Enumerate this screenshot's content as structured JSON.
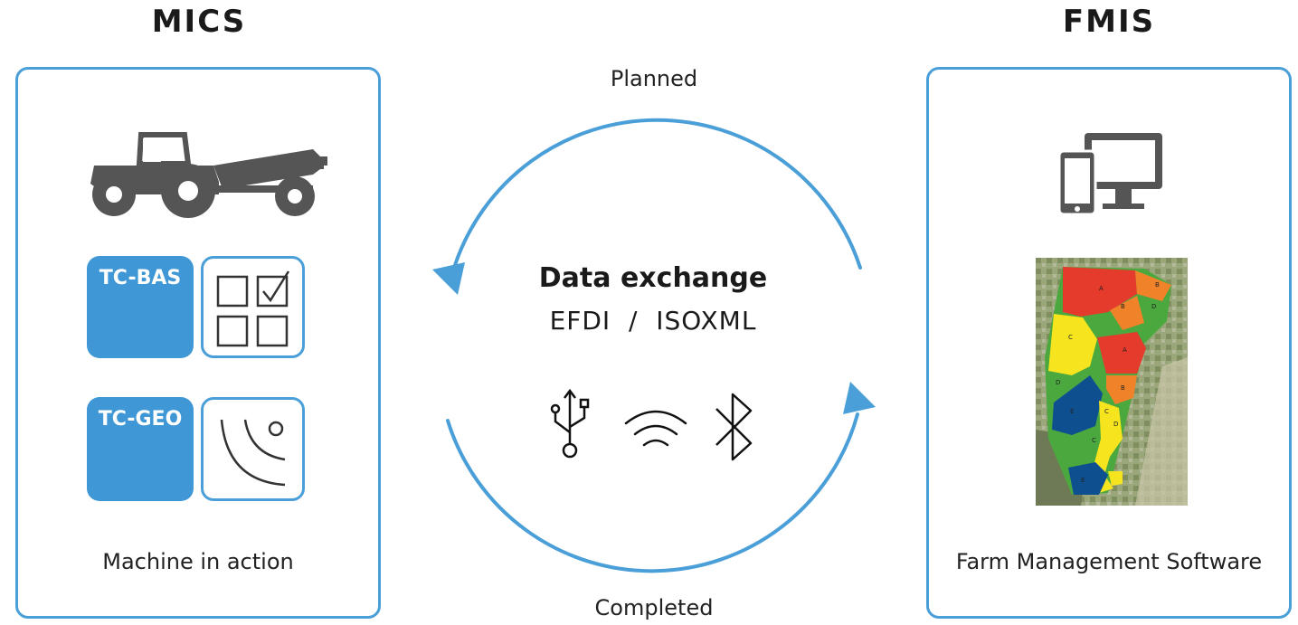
{
  "left": {
    "title": "MICS",
    "caption": "Machine in action",
    "tiles": [
      {
        "label": "TC-BAS",
        "icon": "checkbox-grid-icon"
      },
      {
        "label": "TC-GEO",
        "icon": "gps-signal-icon"
      }
    ],
    "illustration": "tractor-sprayer-icon"
  },
  "right": {
    "title": "FMIS",
    "caption": "Farm Management Software",
    "illustration": "devices-icon",
    "map": {
      "zone_letters": [
        "A",
        "B",
        "B",
        "D",
        "C",
        "A",
        "D",
        "B",
        "E",
        "C",
        "D",
        "C",
        "E"
      ]
    }
  },
  "center": {
    "title": "Data exchange",
    "subtitle": "EFDI  /  ISOXML",
    "top_label": "Planned",
    "bottom_label": "Completed",
    "connectivity_icons": [
      "usb-icon",
      "wifi-icon",
      "bluetooth-icon"
    ]
  },
  "colors": {
    "accent": "#4a9fd8",
    "tile": "#3f97d5",
    "icon_dark": "#555555",
    "zone_red": "#e53b2c",
    "zone_orange": "#f0832a",
    "zone_green": "#4aa83f",
    "zone_yellow": "#f6e51e",
    "zone_blue": "#0d4f8f"
  }
}
